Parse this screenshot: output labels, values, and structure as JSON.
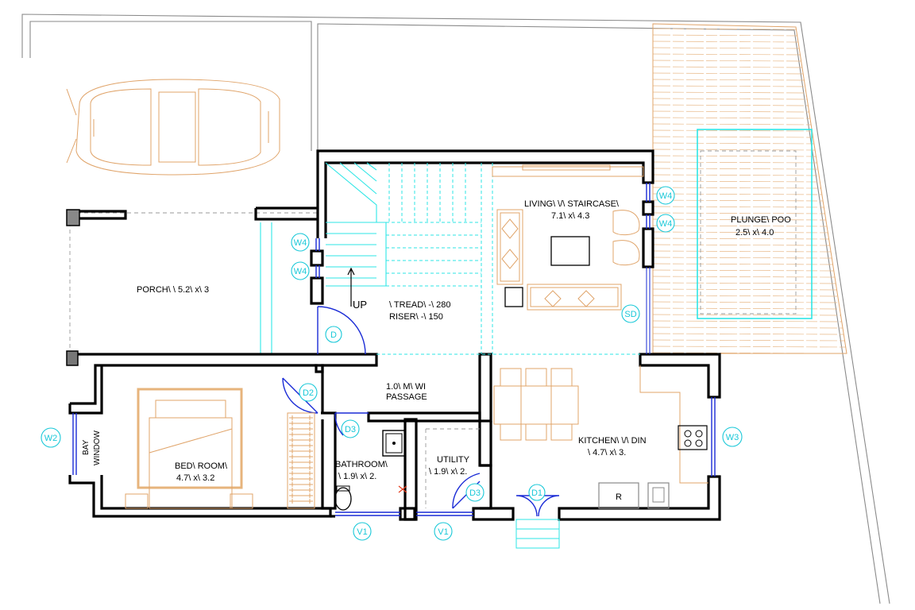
{
  "rooms": {
    "porch": "PORCH\\ \\ 5.2\\ x\\ 3",
    "living_name": "LIVING\\ \\/\\ STAIRCASE\\",
    "living_dim": "7.1\\ x\\ 4.3",
    "plunge_name": "PLUNGE\\ POO",
    "plunge_dim": "2.5\\ x\\ 4.0",
    "tread": "\\ TREAD\\ -\\ 280",
    "riser": "RISER\\ -\\ 150",
    "up": "UP",
    "passage_1": "1.0\\ M\\ WI",
    "passage_2": "PASSAGE",
    "bed_name": "BED\\ ROOM\\",
    "bed_dim": "4.7\\ x\\ 3.2",
    "bath_name": "BATHROOM\\",
    "bath_dim": "\\ 1.9\\ x\\ 2.",
    "utility_name": "UTILITY",
    "utility_dim": "\\ 1.9\\ x\\ 2.",
    "kitchen_name": "KITCHEN\\ \\/\\ DIN",
    "kitchen_dim": "\\ 4.7\\ x\\ 3.",
    "bay_1": "BAY",
    "bay_2": "WINDOW",
    "fridge": "R"
  },
  "tags": {
    "w4_a": "W4",
    "w4_b": "W4",
    "w4_c": "W4",
    "w4_d": "W4",
    "w2": "W2",
    "w3": "W3",
    "d": "D",
    "d1": "D1",
    "d2": "D2",
    "d3_a": "D3",
    "d3_b": "D3",
    "v1_a": "V1",
    "v1_b": "V1",
    "sd": "SD"
  },
  "colors": {
    "walls": "#000000",
    "cyan": "#2ee6e6",
    "furniture": "#e0a46a",
    "doors": "#1a2bd6",
    "decking": "#e8b887"
  }
}
